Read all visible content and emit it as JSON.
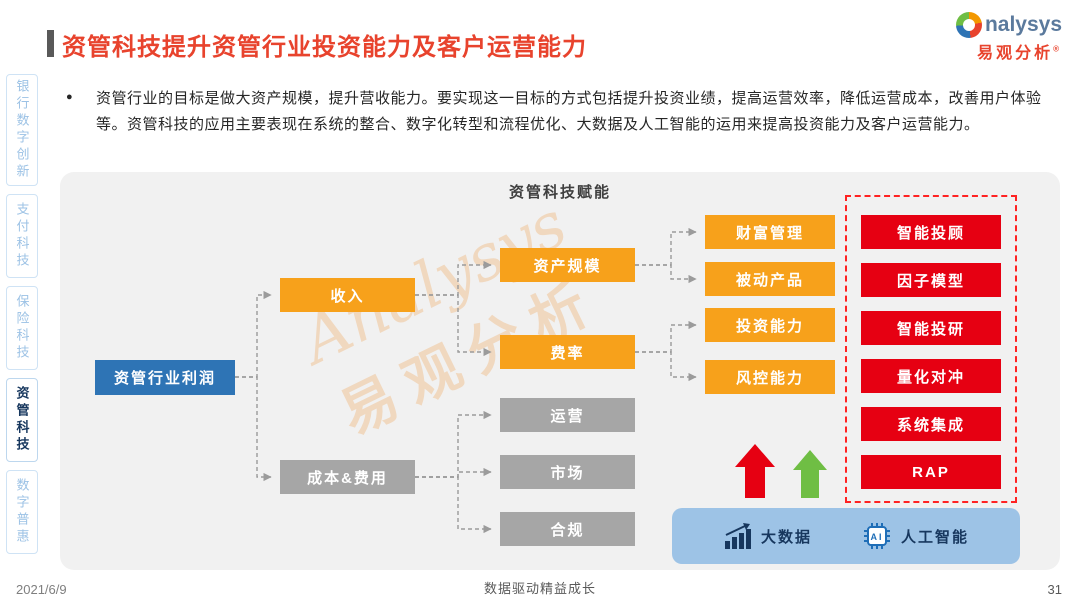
{
  "colors": {
    "title_red": "#E8432D",
    "box_orange": "#F7A11B",
    "box_gray": "#A6A6A6",
    "box_blue": "#2E74B5",
    "box_red": "#E60012",
    "arrow_red": "#E60012",
    "arrow_green": "#6FBE44",
    "bar_blue": "#9DC3E6",
    "sidebar_blue": "#9CC2E5",
    "sidebar_active": "#17375E",
    "panel_bg": "#F1F1F1"
  },
  "header": {
    "title": "资管科技提升资管行业投资能力及客户运营能力",
    "logo": {
      "brand": "nalysys",
      "brand_cn": "易观分析",
      "reg_mark": "®"
    }
  },
  "sidebar": {
    "items": [
      {
        "label": "银行数字创新",
        "active": false
      },
      {
        "label": "支付科技",
        "active": false
      },
      {
        "label": "保险科技",
        "active": false
      },
      {
        "label": "资管科技",
        "active": true
      },
      {
        "label": "数字普惠",
        "active": false
      }
    ]
  },
  "intro": {
    "bullet": "●",
    "text": "资管行业的目标是做大资产规模，提升营收能力。要实现这一目标的方式包括提升投资业绩，提高运营效率，降低运营成本，改善用户体验等。资管科技的应用主要表现在系统的整合、数字化转型和流程优化、大数据及人工智能的运用来提高投资能力及客户运营能力。"
  },
  "diagram": {
    "title": "资管科技赋能",
    "root": "资管行业利润",
    "revenue": "收入",
    "cost": "成本&费用",
    "asset_scale": "资产规模",
    "fee_rate": "费率",
    "operations": "运营",
    "market": "市场",
    "compliance": "合规",
    "wealth_mgmt": "财富管理",
    "passive_product": "被动产品",
    "invest_ability": "投资能力",
    "risk_control": "风控能力",
    "tech_items": [
      "智能投顾",
      "因子模型",
      "智能投研",
      "量化对冲",
      "系统集成",
      "RAP"
    ],
    "bottom_items": [
      {
        "label": "大数据"
      },
      {
        "label": "人工智能"
      }
    ],
    "ai_icon_label": "AI",
    "watermark_en": "Analysys",
    "watermark_cn": "易观分析"
  },
  "footer": {
    "date": "2021/6/9",
    "slogan": "数据驱动精益成长",
    "page": "31"
  }
}
